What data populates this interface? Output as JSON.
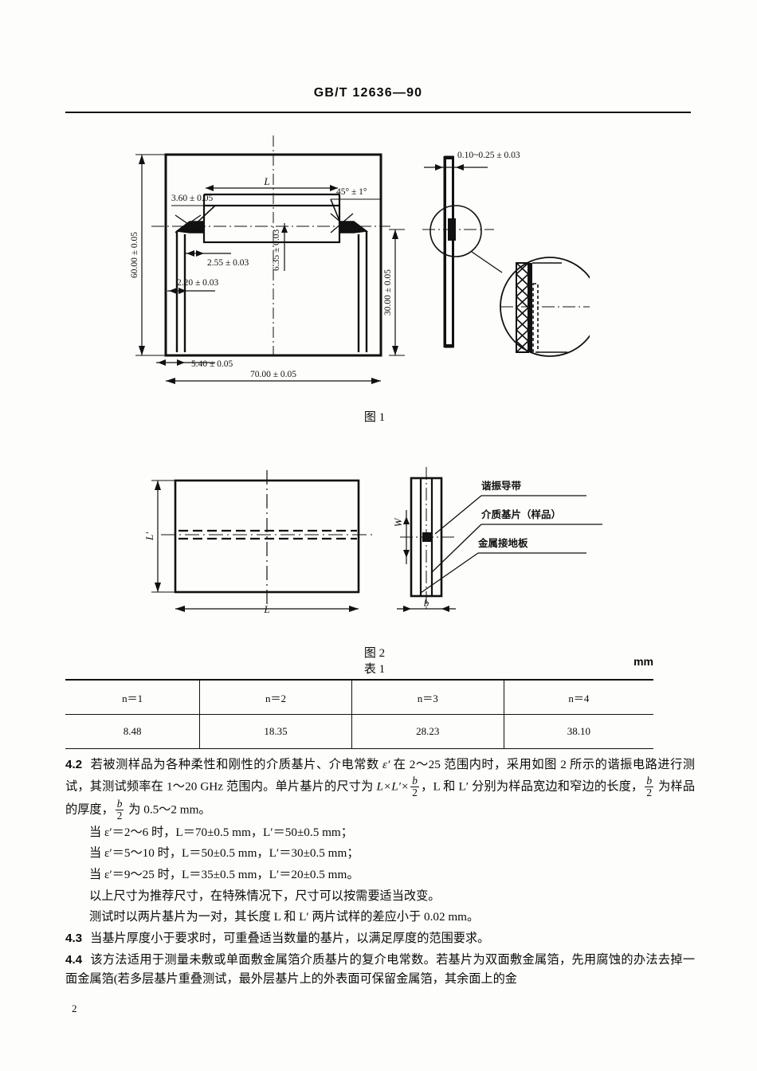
{
  "document": {
    "standard_number": "GB/T 12636—90",
    "page_number": "2"
  },
  "figure1": {
    "caption": "图 1",
    "dimensions": {
      "top_left_chamfer": "3.60 ± 0.05",
      "length_symbol": "L",
      "angle": "45° ± 1°",
      "inner_offset": "2.55 ± 0.03",
      "slot_height": "6.35 ± 0.03",
      "wall_thickness": "2.20 ± 0.03",
      "bottom_offset": "5.40 ± 0.05",
      "overall_width": "70.00 ± 0.05",
      "overall_height": "60.00 ± 0.05",
      "inner_height": "30.00 ± 0.05",
      "plate_thickness": "0.10~0.25 ± 0.03"
    }
  },
  "figure2": {
    "caption": "图 2",
    "dimensions": {
      "width_symbol": "L",
      "height_symbol": "L'",
      "strip_width": "W",
      "thickness": "b"
    },
    "callouts": [
      "谐振导带",
      "介质基片（样品）",
      "金属接地板"
    ]
  },
  "table1": {
    "caption": "表 1",
    "unit": "mm",
    "headers": [
      "n＝1",
      "n＝2",
      "n＝3",
      "n＝4"
    ],
    "values": [
      "8.48",
      "18.35",
      "28.23",
      "38.10"
    ]
  },
  "sections": {
    "s42": {
      "number": "4.2",
      "line1_a": "若被测样品为各种柔性和刚性的介质基片、介电常数 ",
      "line1_eps": "ε′",
      "line1_b": " 在 2～25 范围内时，采用如图 2 所示的谐振电路进行测试，其测试频率在 1～20 GHz 范围内。单片基片的尺寸为 ",
      "line1_dims_a": "L×L′×",
      "line1_dims_b": "，L 和 L′ 分别为样品宽边和窄边的长度，",
      "line1_dims_c": " 为样品的厚度，",
      "line1_dims_d": " 为 0.5～2 mm。"
    },
    "conditions": [
      "当 ε′＝2～6 时，L＝70±0.5 mm，L′＝50±0.5 mm；",
      "当 ε′＝5～10 时，L＝50±0.5 mm，L′＝30±0.5 mm；",
      "当 ε′＝9～25 时，L＝35±0.5 mm，L′＝20±0.5 mm。",
      "以上尺寸为推荐尺寸，在特殊情况下，尺寸可以按需要适当改变。",
      "测试时以两片基片为一对，其长度 L 和 L′ 两片试样的差应小于 0.02 mm。"
    ],
    "s43": {
      "number": "4.3",
      "text": "当基片厚度小于要求时，可重叠适当数量的基片，以满足厚度的范围要求。"
    },
    "s44": {
      "number": "4.4",
      "text": "该方法适用于测量未敷或单面敷金属箔介质基片的复介电常数。若基片为双面敷金属箔，先用腐蚀的办法去掉一面金属箔(若多层基片重叠测试，最外层基片上的外表面可保留金属箔，其余面上的金"
    }
  }
}
